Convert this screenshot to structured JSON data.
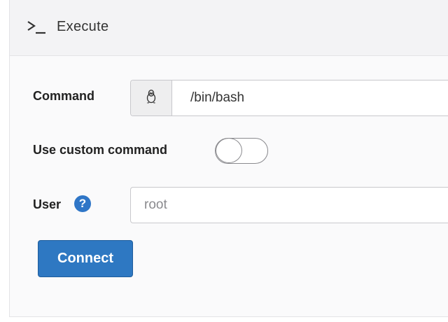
{
  "header": {
    "icon": "terminal-icon",
    "title": "Execute"
  },
  "form": {
    "command": {
      "label": "Command",
      "addon_icon": "linux-penguin-icon",
      "value": "/bin/bash"
    },
    "custom_command": {
      "label": "Use custom command",
      "enabled": false
    },
    "user": {
      "label": "User",
      "help_icon": "question-circle-icon",
      "help_glyph": "?",
      "placeholder": "root",
      "value": ""
    },
    "connect_label": "Connect"
  },
  "colors": {
    "primary_button": "#2e78c2",
    "help_icon": "#2f76c7"
  }
}
